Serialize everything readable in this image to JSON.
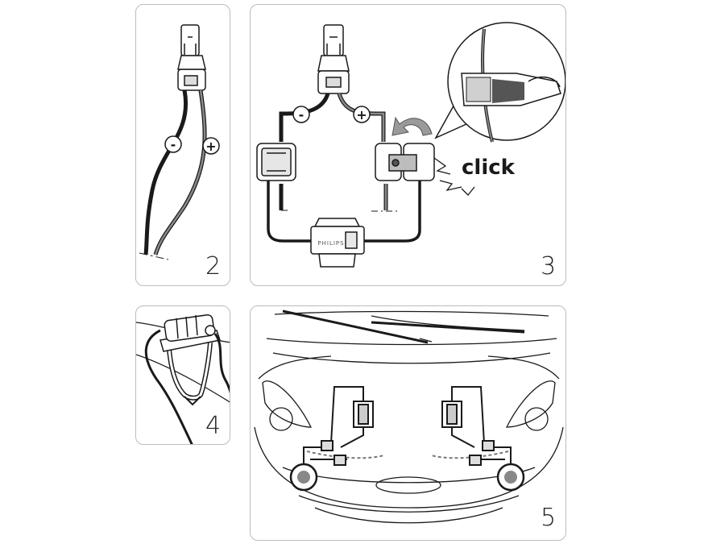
{
  "panels": {
    "p2": {
      "number": "2",
      "minus_symbol": "-",
      "plus_symbol": "+"
    },
    "p3": {
      "number": "3",
      "minus_symbol": "-",
      "plus_symbol": "+",
      "click_text": "click",
      "brand_text": "PHILIPS"
    },
    "p4": {
      "number": "4"
    },
    "p5": {
      "number": "5"
    }
  },
  "colors": {
    "line": "#1a1a1a",
    "wire_grey": "#8a8a8a",
    "panel_border": "#bcbcbc",
    "arrow_grey": "#9a9a9a"
  }
}
